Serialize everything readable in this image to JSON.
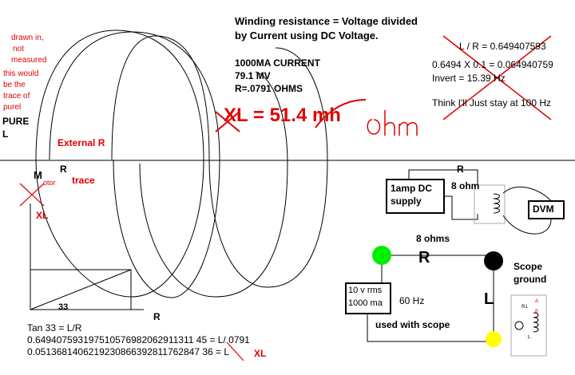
{
  "top_notes": {
    "line1": "Winding resistance = Voltage divided",
    "line2": "by Current using DC Voltage.",
    "current": "1000MA CURRENT",
    "voltage": "79.1 MV",
    "resistance": "R=.0791 OHMS"
  },
  "xl_big": {
    "text": "XL = 51.4 mh",
    "handwritten": "ohm"
  },
  "calc_box": {
    "ratio": "L / R =  0.649407593",
    "product": "0.6494 X 0.1 = 0.064940759",
    "invert": "Invert = 15.39 Hz",
    "stay": "Think I'll Just stay at 100 Hz"
  },
  "left_notes": {
    "drawn": [
      "drawn in,",
      "not",
      "measured"
    ],
    "trace": [
      "this would",
      "be the",
      "trace of",
      "purel"
    ],
    "pure": [
      "PURE",
      "L"
    ],
    "external_r": "External R",
    "m": "M",
    "otor": "otor",
    "r_small": "R",
    "trace_label": "trace",
    "xl": "XL"
  },
  "triangle": {
    "angle": "33",
    "r_label": "R"
  },
  "formula": {
    "tan": "Tan 33 = L/R",
    "line2": "0.649407593197510576982062911311 45 = L/.0791",
    "line3": "0.0513681406219230866392811762847 36 = L",
    "xl": "XL"
  },
  "dc_circuit": {
    "supply": [
      "1amp DC",
      "supply"
    ],
    "r": "R",
    "r_value": "8 ohm",
    "dvm": "DVM",
    "below": "8 ohms"
  },
  "ac_circuit": {
    "r": "R",
    "source": [
      "10 v rms",
      "1000 ma"
    ],
    "freq": "60 Hz",
    "l": "L",
    "scope_ground": [
      "Scope",
      "ground"
    ],
    "used": "used with scope",
    "mini_labels": [
      "R1",
      "A",
      "B",
      "L"
    ]
  },
  "colors": {
    "green": "#00ee00",
    "yellow": "#ffff00",
    "red": "#e00000",
    "black": "#000000"
  }
}
